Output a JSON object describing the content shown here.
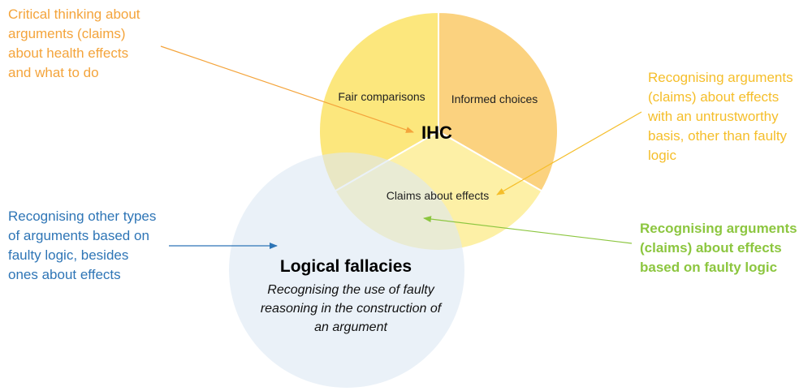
{
  "colors": {
    "segment_fair": "#FCE77D",
    "segment_informed": "#FBD27F",
    "segment_claims": "#FDF0A6",
    "logical_circle": "#DCE8F4",
    "orange_text": "#F4A43B",
    "gold_text": "#F5BE2A",
    "blue_text": "#2E75B6",
    "green_text": "#8CC63F"
  },
  "ihc": {
    "title": "IHC",
    "segments": {
      "fair": "Fair comparisons",
      "informed": "Informed choices",
      "claims": "Claims about effects"
    }
  },
  "logical": {
    "title": "Logical fallacies",
    "description_lines": [
      "Recognising the use of faulty",
      "reasoning in the construction of",
      "an argument"
    ]
  },
  "annotations": {
    "critical": [
      "Critical thinking about",
      "arguments (claims)",
      "about health effects",
      "and what to do"
    ],
    "untrustworthy": [
      "Recognising arguments",
      "(claims) about effects",
      "with an untrustworthy",
      "basis, other than faulty",
      "logic"
    ],
    "other_types": [
      "Recognising other types",
      "of arguments based on",
      "faulty logic, besides",
      "ones about effects"
    ],
    "faulty_logic": [
      "Recognising arguments",
      "(claims) about effects",
      "based on faulty logic"
    ]
  }
}
